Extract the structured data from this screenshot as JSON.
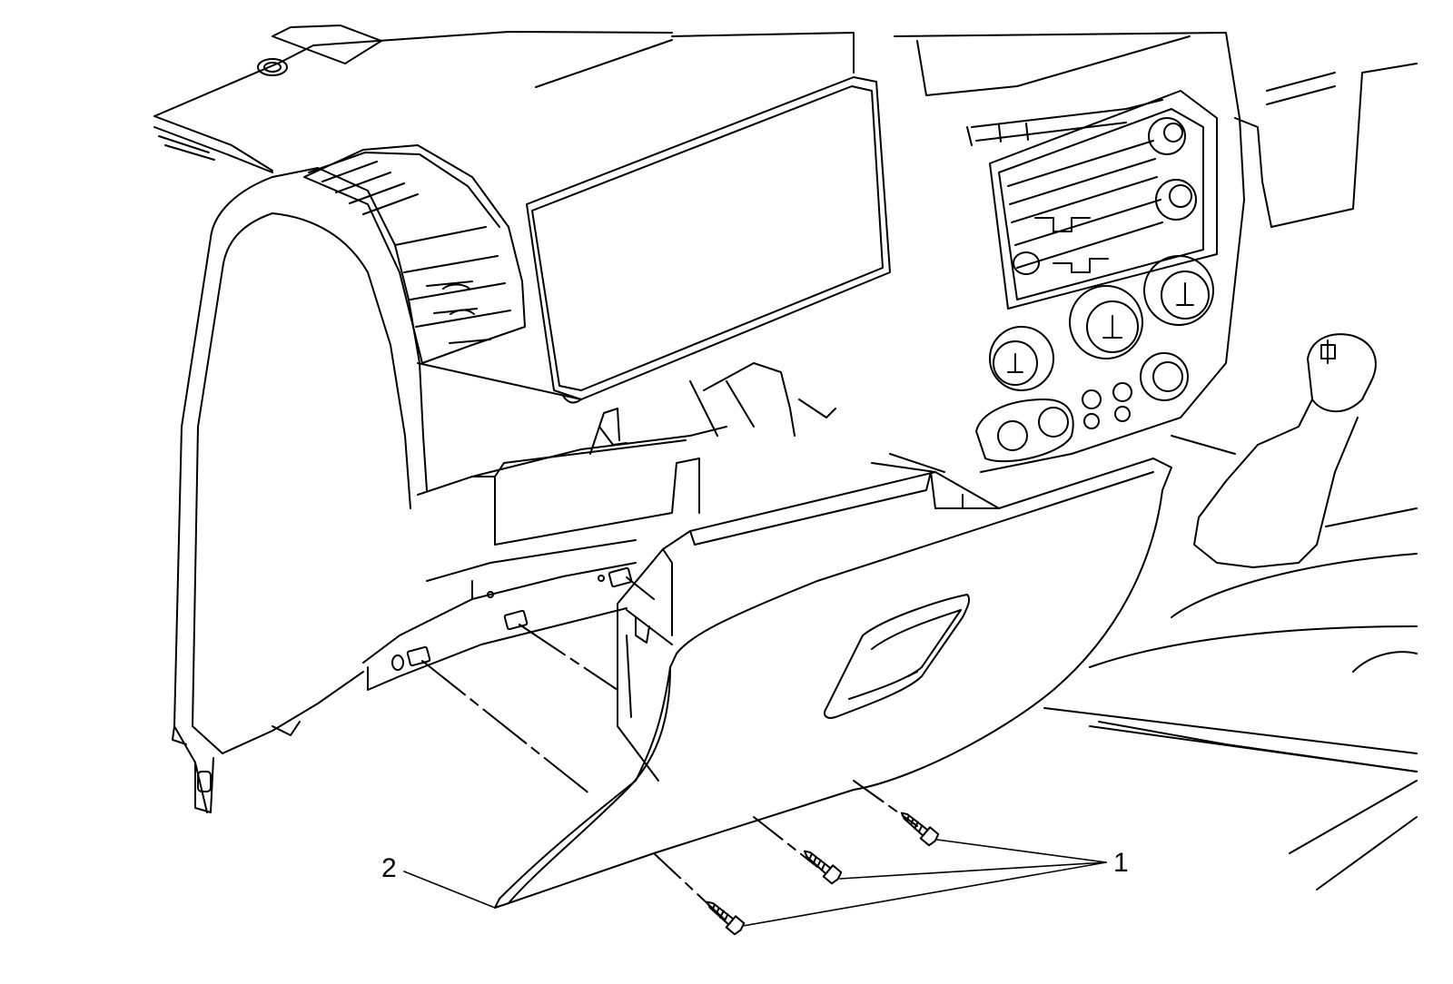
{
  "figure": {
    "callouts": [
      {
        "id": "1",
        "text": "1",
        "component": "glove-box-screws"
      },
      {
        "id": "2",
        "text": "2",
        "component": "glove-box-door"
      }
    ]
  },
  "colors": {
    "line": "#000000",
    "background": "#ffffff"
  }
}
